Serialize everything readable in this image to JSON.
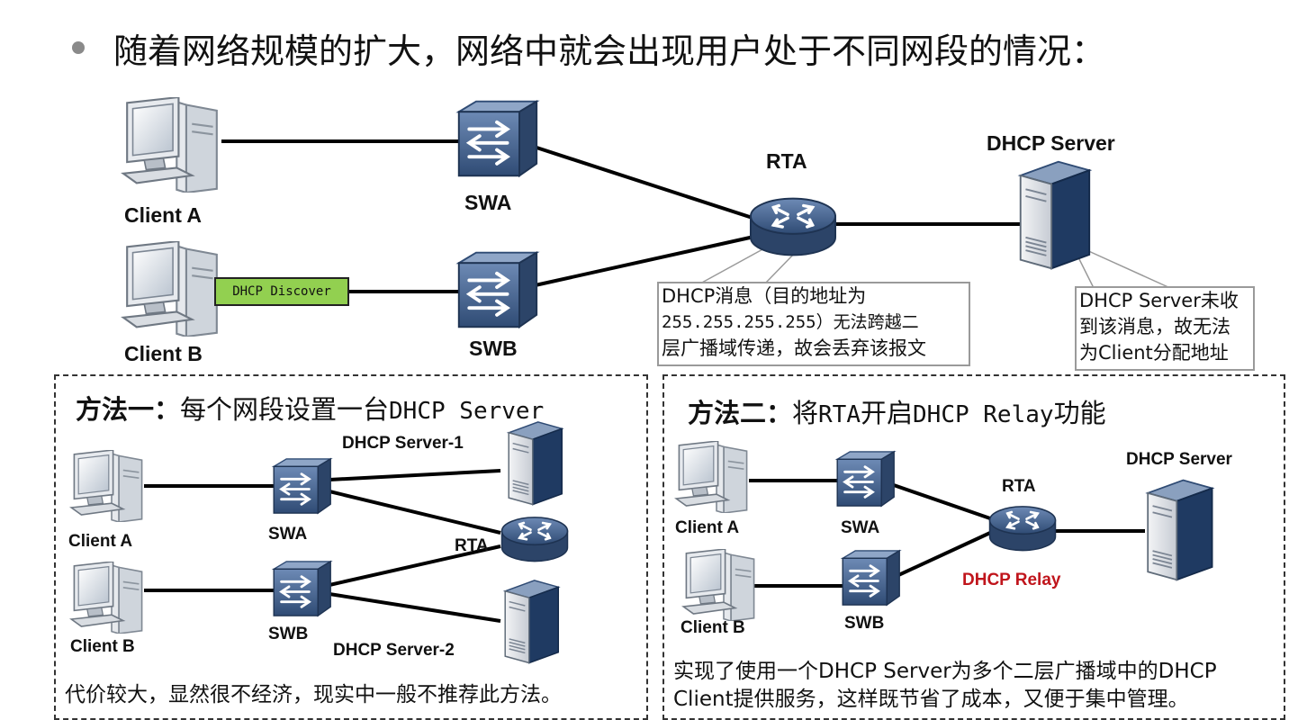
{
  "title": "随着网络规模的扩大，网络中就会出现用户处于不同网段的情况：",
  "top": {
    "client_a": "Client A",
    "client_b": "Client B",
    "swa": "SWA",
    "swb": "SWB",
    "rta": "RTA",
    "dhcp_server": "DHCP Server",
    "discover": "DHCP Discover",
    "note_router": [
      "DHCP消息（目的地址为",
      "255.255.255.255）无法跨越二",
      "层广播域传递，故会丢弃该报文"
    ],
    "note_server": [
      "DHCP Server未收",
      "到该消息，故无法",
      "为Client分配地址"
    ]
  },
  "method1": {
    "heading_bold": "方法一：",
    "heading_rest": "每个网段设置一台",
    "heading_mono": "DHCP Server",
    "server1": "DHCP Server-1",
    "server2": "DHCP Server-2",
    "client_a": "Client A",
    "client_b": "Client B",
    "swa": "SWA",
    "swb": "SWB",
    "rta": "RTA",
    "footer": "代价较大，显然很不经济，现实中一般不推荐此方法。"
  },
  "method2": {
    "heading_bold": "方法二：",
    "heading_a": "将",
    "heading_rta": "RTA",
    "heading_b": "开启",
    "heading_relay": "DHCP Relay",
    "heading_c": "功能",
    "client_a": "Client A",
    "client_b": "Client B",
    "swa": "SWA",
    "swb": "SWB",
    "rta": "RTA",
    "dhcp_server": "DHCP Server",
    "relay": "DHCP Relay",
    "footer_1": "实现了使用一个DHCP Server为多个二层广播域中的DHCP",
    "footer_2": "Client提供服务，这样既节省了成本，又便于集中管理。"
  },
  "colors": {
    "relay_text": "#c0151c",
    "discover_bg": "#92d050",
    "device_blue": "#3c5a86"
  }
}
